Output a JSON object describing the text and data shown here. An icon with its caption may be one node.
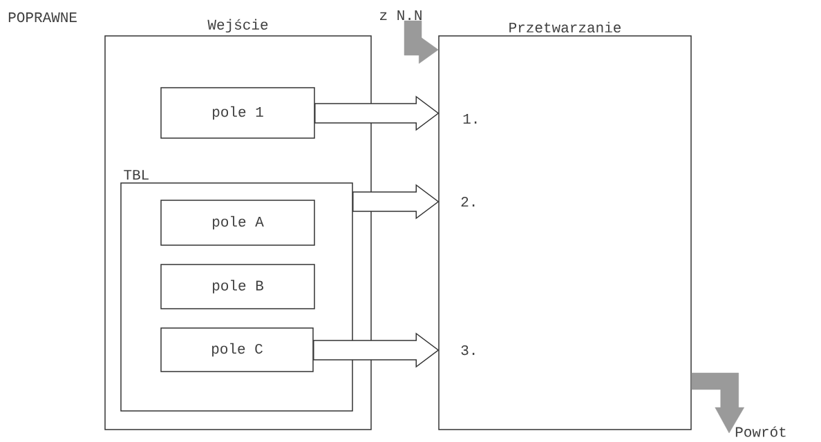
{
  "diagram": {
    "nodes": [
      {
        "text": [
          "Wejście"
        ]
      },
      {
        "text": [
          "pole 1"
        ],
        "in": 0
      },
      {
        "text": [
          "TBL"
        ],
        "in": 0
      },
      {
        "text": [
          "pole A"
        ],
        "in": 2
      },
      {
        "text": [
          "pole B"
        ],
        "in": 2
      },
      {
        "text": [
          "pole C"
        ],
        "in": 2
      },
      {
        "text": [
          "Przetwarzanie"
        ]
      },
      {
        "text": [
          "z N.N"
        ]
      },
      {
        "text": [
          "Powrót"
        ]
      }
    ],
    "edges": [
      {
        "from": 1,
        "to": 6,
        "arrow": "to"
      },
      {
        "from": 2,
        "to": 6,
        "arrow": "to"
      },
      {
        "from": 5,
        "to": 6,
        "arrow": "to"
      },
      {
        "from": 7,
        "to": 6,
        "arrow": "to",
        "style": "thick",
        "color": "#9a9a9a"
      },
      {
        "from": 6,
        "to": 8,
        "arrow": "to",
        "style": "thick",
        "color": "#9a9a9a"
      }
    ],
    "labels": [
      "POPRAWNE",
      "1.",
      "2.",
      "3."
    ]
  }
}
